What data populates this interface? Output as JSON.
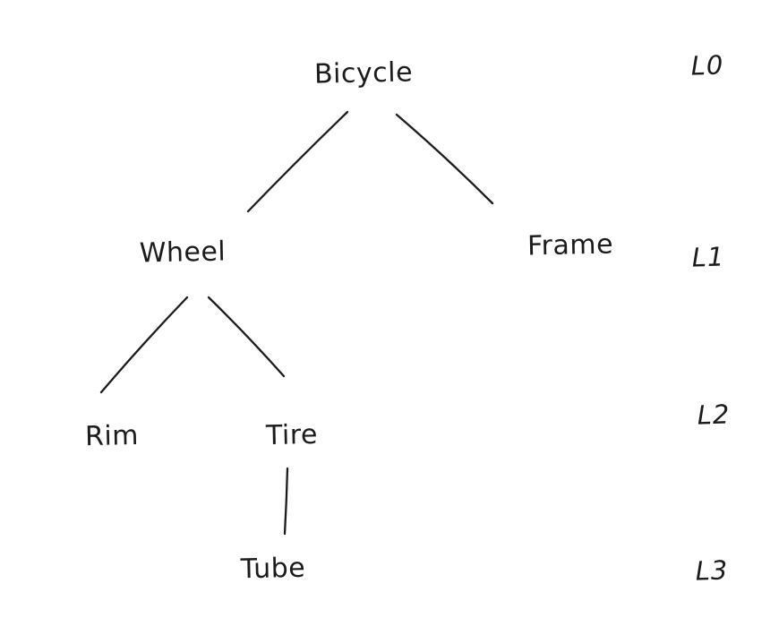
{
  "diagram": {
    "type": "tree",
    "style": "hand-drawn",
    "colors": {
      "ink": "#1b1b1b",
      "background": "#ffffff"
    },
    "nodes": {
      "bicycle": {
        "label": "Bicycle",
        "level": "L0"
      },
      "wheel": {
        "label": "Wheel",
        "level": "L1"
      },
      "frame": {
        "label": "Frame",
        "level": "L1"
      },
      "rim": {
        "label": "Rim",
        "level": "L2"
      },
      "tire": {
        "label": "Tire",
        "level": "L2"
      },
      "tube": {
        "label": "Tube",
        "level": "L3"
      }
    },
    "edges": [
      {
        "from": "Bicycle",
        "to": "Wheel"
      },
      {
        "from": "Bicycle",
        "to": "Frame"
      },
      {
        "from": "Wheel",
        "to": "Rim"
      },
      {
        "from": "Wheel",
        "to": "Tire"
      },
      {
        "from": "Tire",
        "to": "Tube"
      }
    ],
    "level_labels": {
      "l0": "L0",
      "l1": "L1",
      "l2": "L2",
      "l3": "L3"
    }
  }
}
